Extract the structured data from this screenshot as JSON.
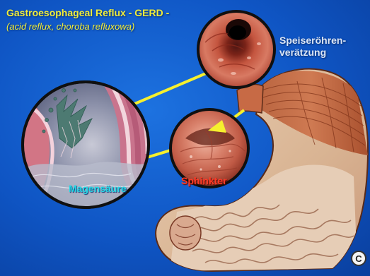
{
  "header": {
    "title": "Gastroesophageal Reflux - GERD -",
    "subtitle": "(acid reflux, choroba refluxowa)"
  },
  "labels": {
    "esophageal_erosion_line1": "Speiseröhren-",
    "esophageal_erosion_line2": "verätzung",
    "stomach_acid": "Magensäure",
    "sphincter": "Sphinkter"
  },
  "badge": {
    "letter": "C"
  },
  "colors": {
    "background": "#1460d0",
    "title_yellow": "#f2ee3a",
    "acid_cyan": "#25d9e6",
    "sphincter_red": "#ff3a26",
    "arrow_yellow": "#f6f02e"
  }
}
